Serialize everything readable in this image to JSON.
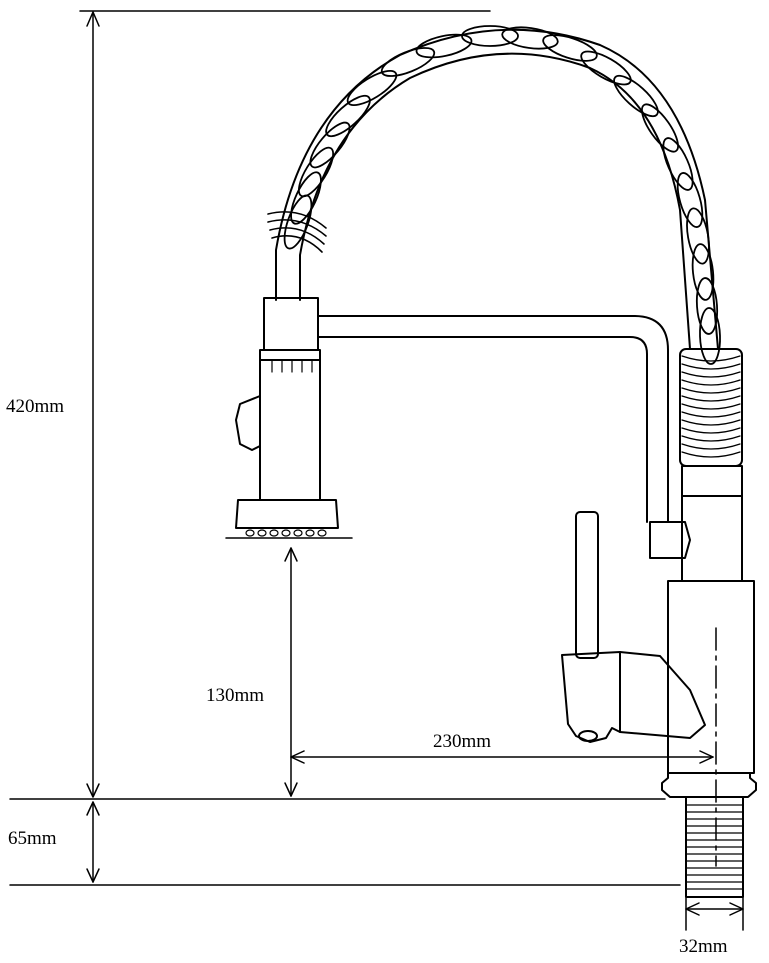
{
  "dimensions": {
    "total_height": "420mm",
    "spout_clearance": "130mm",
    "spout_reach": "230mm",
    "base_thickness": "65mm",
    "shank_diameter": "32mm"
  },
  "colors": {
    "line": "#000000",
    "background": "#ffffff"
  }
}
